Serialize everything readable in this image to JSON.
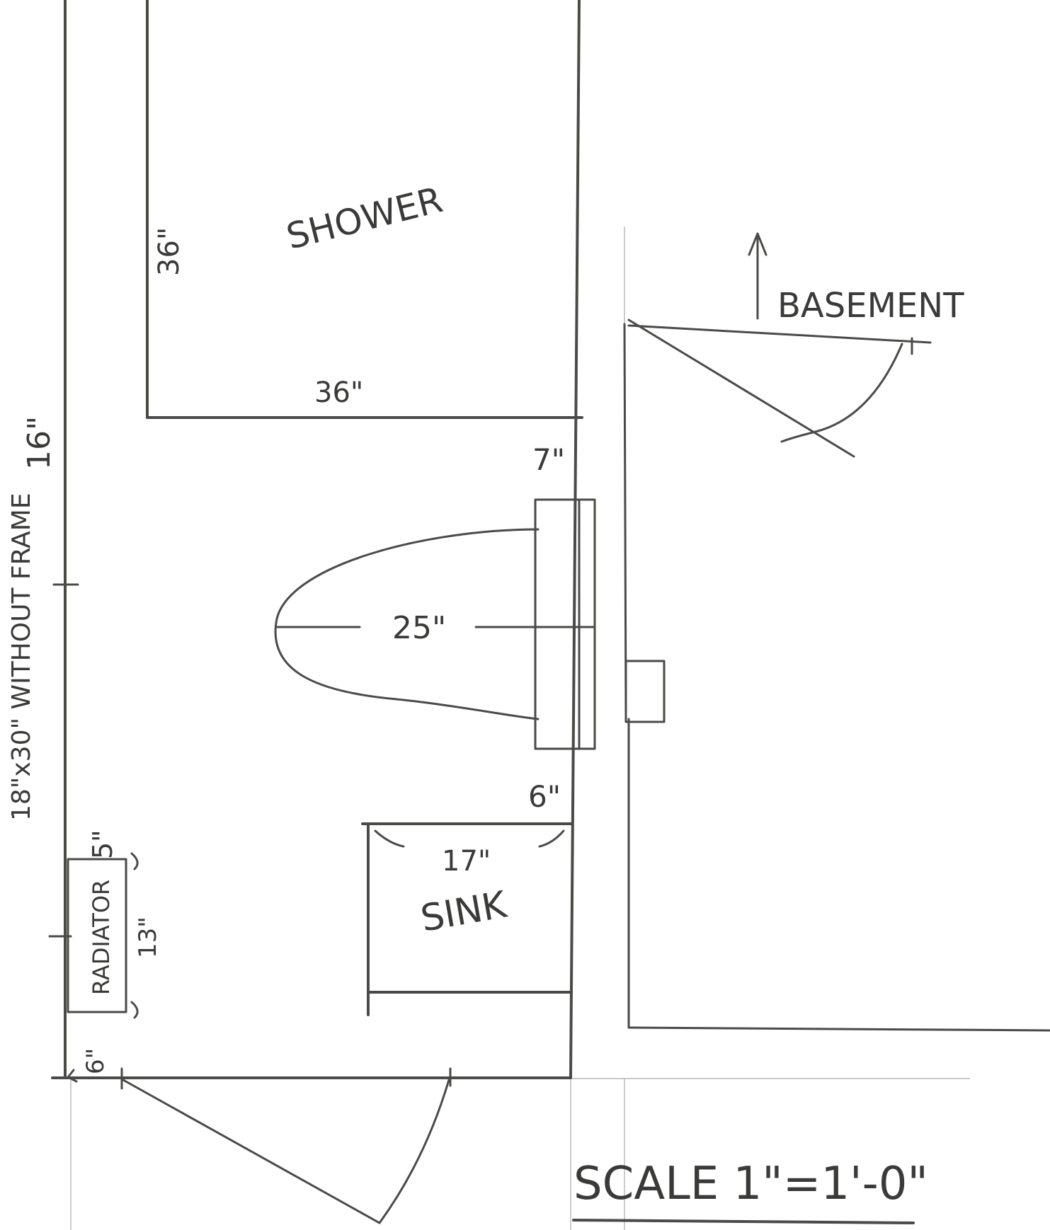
{
  "labels": {
    "shower": "SHOWER",
    "shower_width": "36\"",
    "shower_depth": "36\"",
    "basement": "BASEMENT",
    "toilet_tank": "7\"",
    "toilet_length": "25\"",
    "toilet_clear": "6\"",
    "sink_width": "17\"",
    "sink": "SINK",
    "radiator": "RADIATOR",
    "radiator_depth": "5\"",
    "radiator_length": "13\"",
    "wall_gap": "6\"",
    "window_note": "18\"x30\" WITHOUT FRAME",
    "window_height": "16\"",
    "scale": "SCALE 1\"=1'-0\""
  },
  "colors": {
    "ink": "#4a4a47",
    "guide": "#b7b7b3",
    "paper": "#ffffff"
  }
}
